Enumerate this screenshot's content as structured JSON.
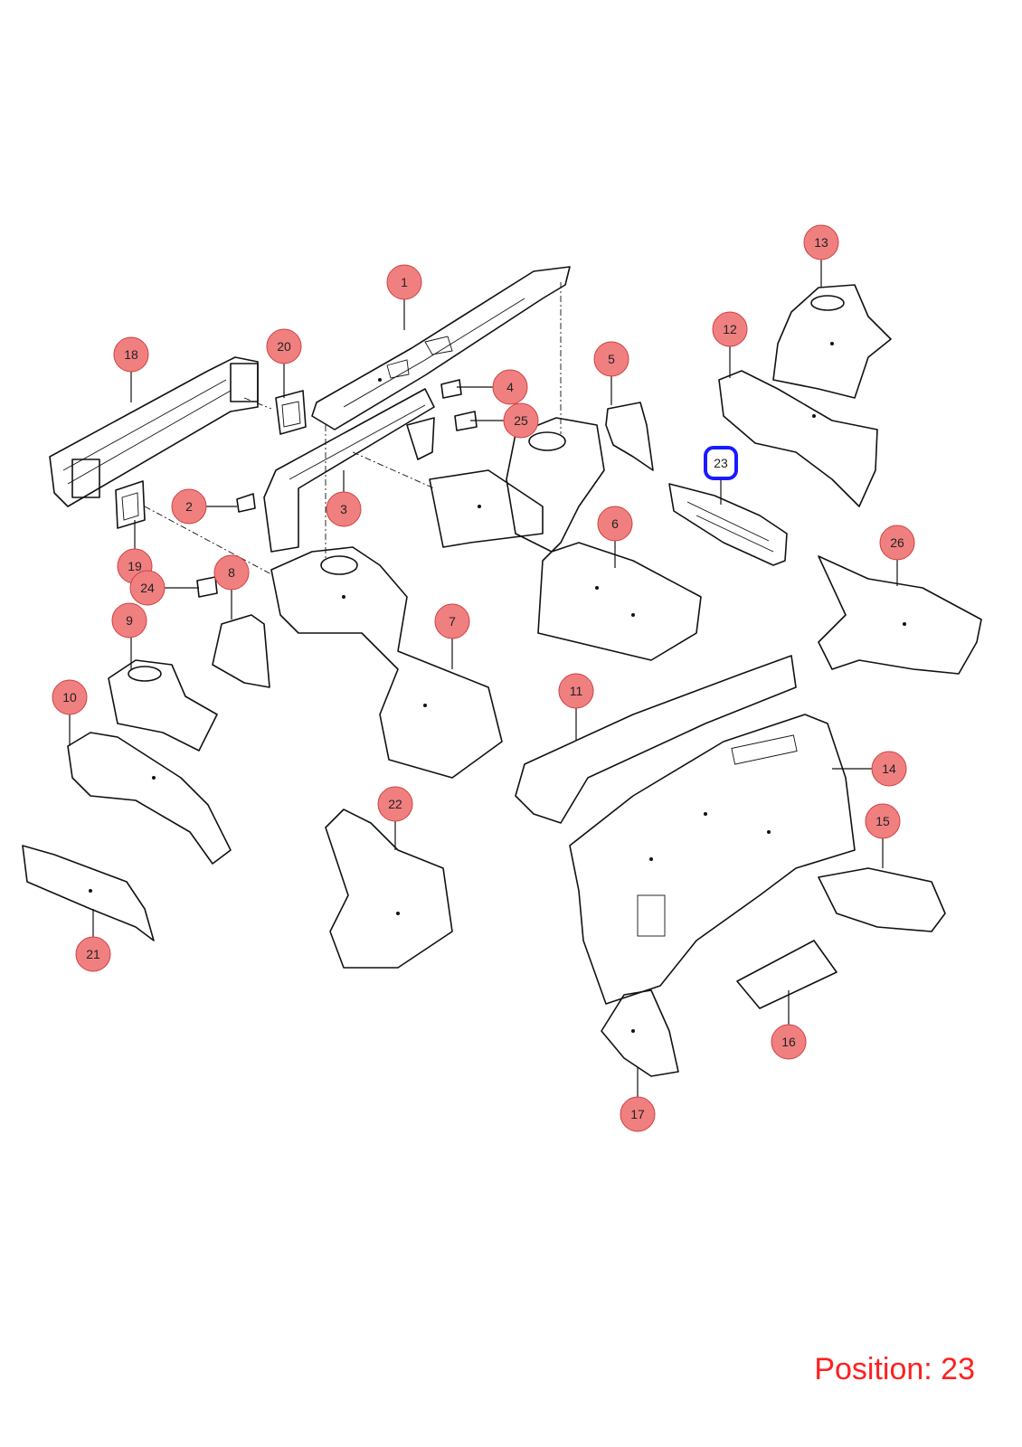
{
  "callouts": [
    {
      "number": "1"
    },
    {
      "number": "2"
    },
    {
      "number": "3"
    },
    {
      "number": "4"
    },
    {
      "number": "5"
    },
    {
      "number": "6"
    },
    {
      "number": "7"
    },
    {
      "number": "8"
    },
    {
      "number": "9"
    },
    {
      "number": "10"
    },
    {
      "number": "11"
    },
    {
      "number": "12"
    },
    {
      "number": "13"
    },
    {
      "number": "14"
    },
    {
      "number": "15"
    },
    {
      "number": "16"
    },
    {
      "number": "17"
    },
    {
      "number": "18"
    },
    {
      "number": "19"
    },
    {
      "number": "20"
    },
    {
      "number": "21"
    },
    {
      "number": "22"
    },
    {
      "number": "23"
    },
    {
      "number": "24"
    },
    {
      "number": "25"
    },
    {
      "number": "26"
    }
  ],
  "selected": "23",
  "position_label": "Position: 23",
  "colors": {
    "callout_fill": "#f08080",
    "callout_stroke": "#d04040",
    "selected_fill": "#ffffff",
    "selected_stroke": "#1a1aff",
    "position_text": "#ff2020",
    "line": "#111111"
  }
}
